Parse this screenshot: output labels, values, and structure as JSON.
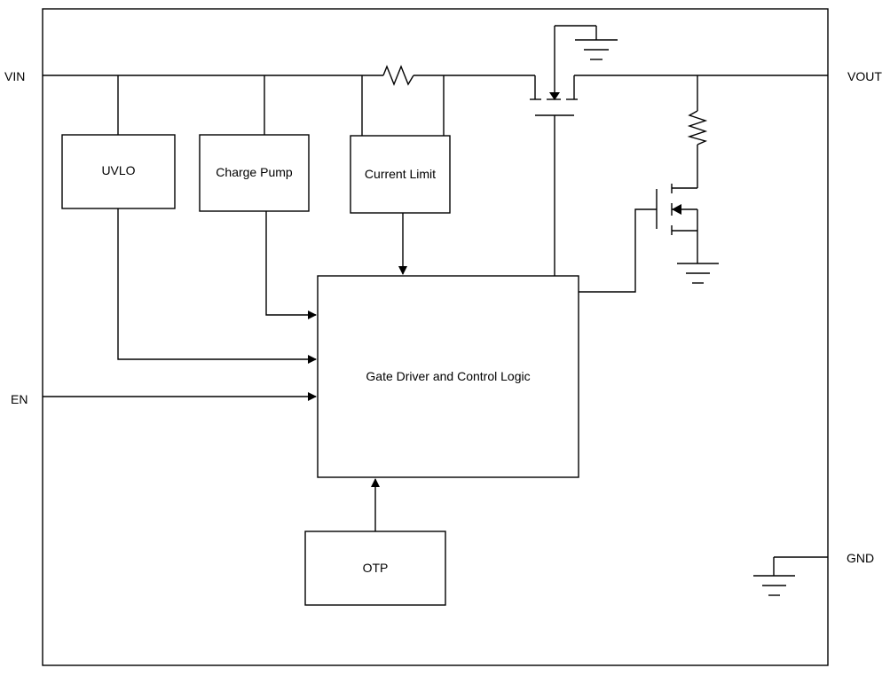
{
  "pins": {
    "vin": "VIN",
    "vout": "VOUT",
    "en": "EN",
    "gnd": "GND"
  },
  "blocks": {
    "uvlo": "UVLO",
    "charge_pump": "Charge Pump",
    "current_limit": "Current Limit",
    "gate_driver": "Gate Driver and Control Logic",
    "otp": "OTP"
  }
}
